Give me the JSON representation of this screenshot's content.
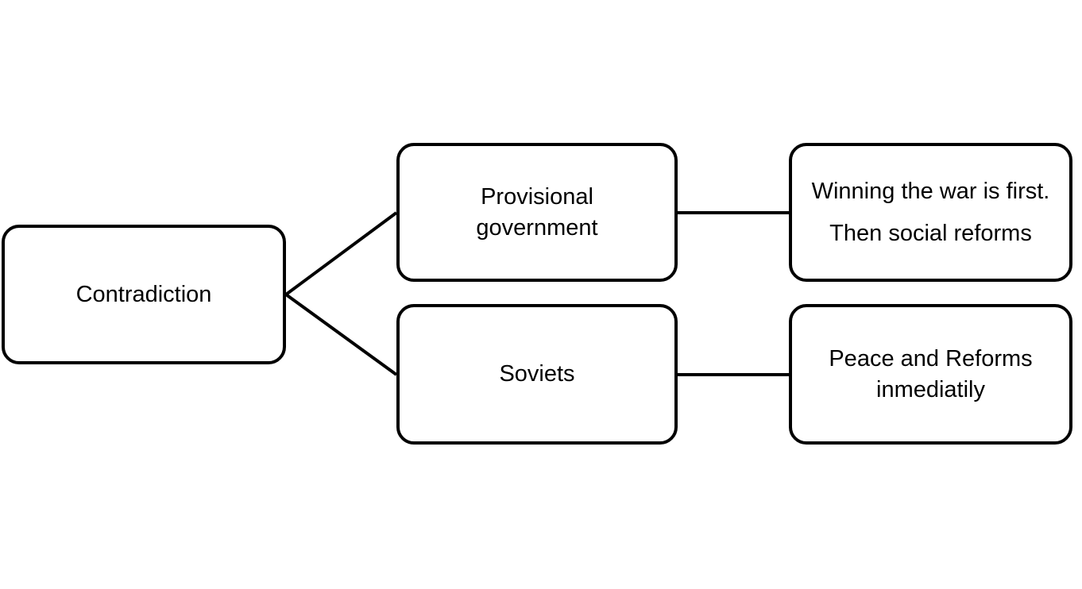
{
  "diagram": {
    "background_color": "#ffffff",
    "line_color": "#000000",
    "nodes": {
      "contradiction": {
        "label": "Contradiction"
      },
      "provisional_government": {
        "label": "Provisional government"
      },
      "soviets": {
        "label": "Soviets"
      },
      "provisional_outcome": {
        "lines": [
          "Winning the war is first.",
          "Then social reforms"
        ]
      },
      "soviets_outcome": {
        "label": "Peace and Reforms inmediatily"
      }
    },
    "connections": [
      {
        "from": "contradiction",
        "to": "provisional_government"
      },
      {
        "from": "contradiction",
        "to": "soviets"
      },
      {
        "from": "provisional_government",
        "to": "provisional_outcome"
      },
      {
        "from": "soviets",
        "to": "soviets_outcome"
      }
    ]
  }
}
